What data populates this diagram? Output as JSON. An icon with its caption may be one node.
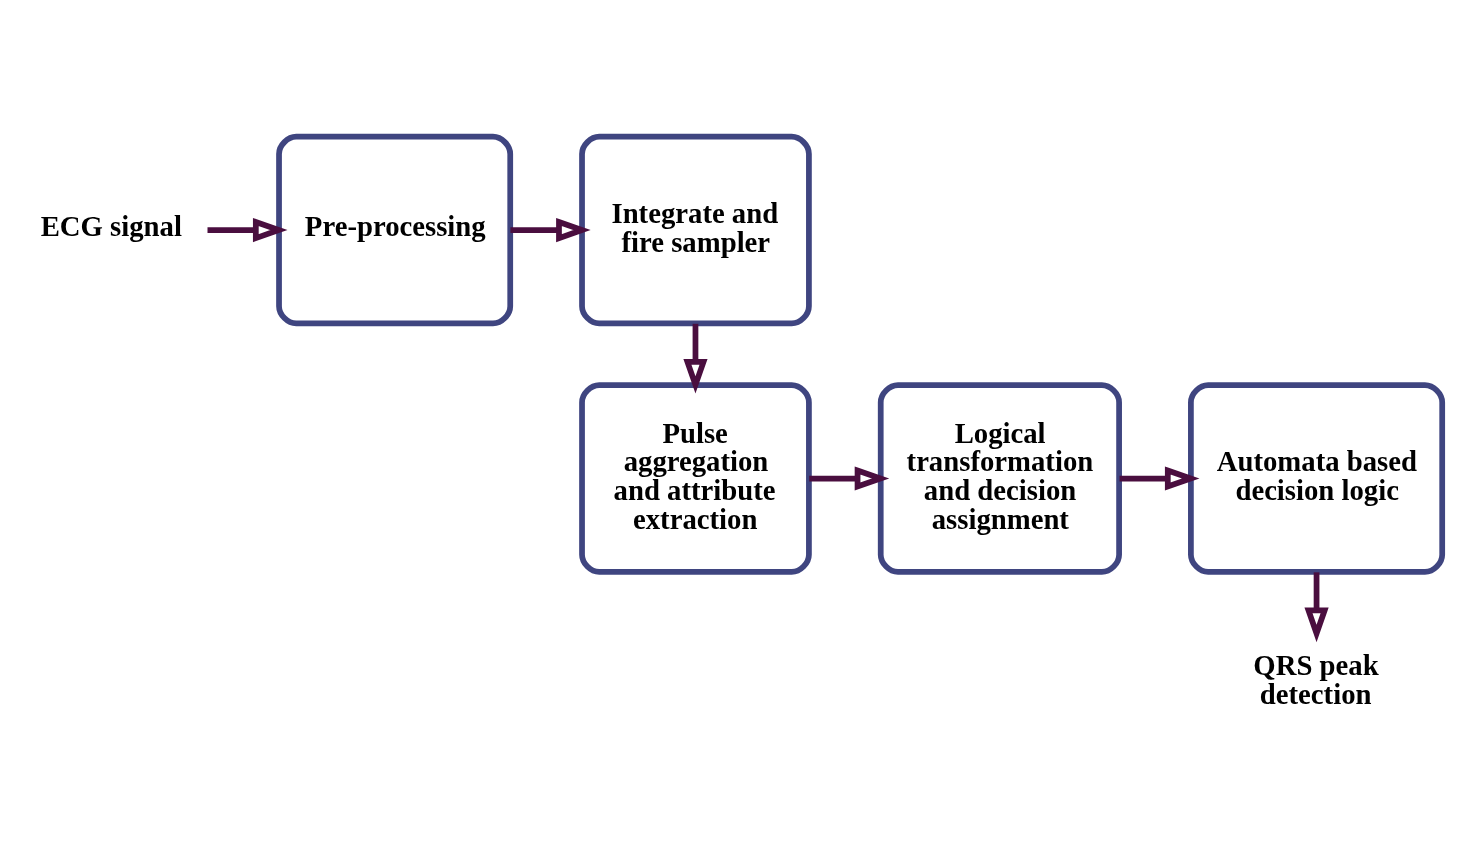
{
  "diagram": {
    "nodes": [
      {
        "text": [
          "ECG signal"
        ]
      },
      {
        "text": [
          "Pre-processing"
        ]
      },
      {
        "text": [
          "Integrate and fire sampler"
        ]
      },
      {
        "text": [
          "Pulse aggregation and attribute extraction"
        ]
      },
      {
        "text": [
          "Logical transformation and decision assignment"
        ]
      },
      {
        "text": [
          "Automata based decision logic"
        ]
      },
      {
        "text": [
          "QRS peak detection"
        ]
      }
    ],
    "edges": [
      {
        "from": 0,
        "to": 1,
        "arrow": "to"
      },
      {
        "from": 1,
        "to": 2,
        "arrow": "to"
      },
      {
        "from": 2,
        "to": 3,
        "arrow": "to"
      },
      {
        "from": 3,
        "to": 4,
        "arrow": "to"
      },
      {
        "from": 4,
        "to": 5,
        "arrow": "to"
      },
      {
        "from": 5,
        "to": 6,
        "arrow": "to"
      }
    ]
  }
}
